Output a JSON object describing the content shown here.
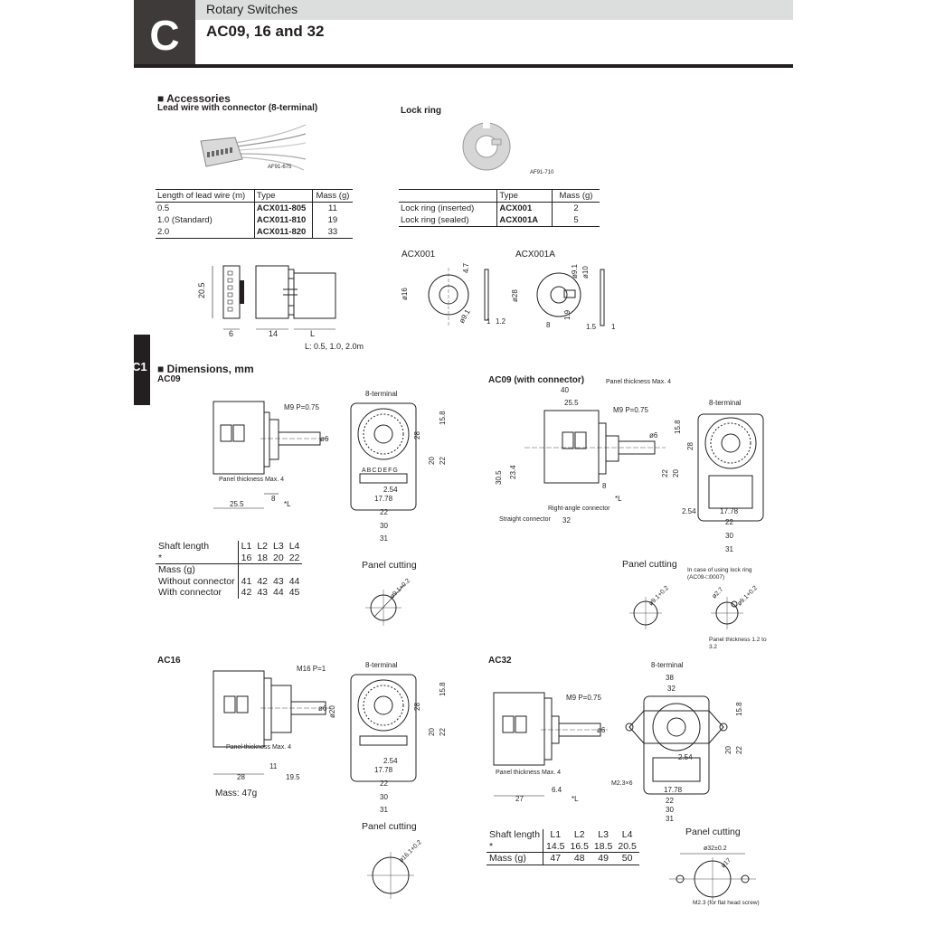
{
  "header": {
    "letter": "C",
    "category": "Rotary Switches",
    "title": "AC09, 16 and 32"
  },
  "side_tab": "C1",
  "accessories": {
    "heading": "Accessories",
    "lead_wire": {
      "title": "Lead wire with connector (8-terminal)",
      "photo_code": "AF91-675",
      "columns": [
        "Length of lead wire (m)",
        "Type",
        "Mass (g)"
      ],
      "rows": [
        [
          "0.5",
          "ACX011-805",
          "11"
        ],
        [
          "1.0 (Standard)",
          "ACX011-810",
          "19"
        ],
        [
          "2.0",
          "ACX011-820",
          "33"
        ]
      ],
      "drawing": {
        "height": "20.5",
        "w1": "6",
        "w2": "14",
        "len": "L",
        "note": "L: 0.5, 1.0, 2.0m"
      }
    },
    "lock_ring": {
      "title": "Lock ring",
      "photo_code": "AF91-710",
      "columns": [
        "",
        "Type",
        "Mass (g)"
      ],
      "rows": [
        [
          "Lock ring (inserted)",
          "ACX001",
          "2"
        ],
        [
          "Lock ring (sealed)",
          "ACX001A",
          "5"
        ]
      ],
      "drawing": {
        "a_label": "ACX001",
        "b_label": "ACX001A",
        "a_dims": [
          "ø16",
          "4.7",
          "ø9.1",
          "1",
          "1.2"
        ],
        "b_dims": [
          "ø28",
          "ø9.1",
          "ø10",
          "8",
          "1.9",
          "1.5",
          "1"
        ]
      }
    }
  },
  "dimensions": {
    "heading": "Dimensions, mm",
    "ac09": {
      "title": "AC09",
      "terminal": "8-terminal",
      "thread": "M9 P=0.75",
      "panel": "Panel thickness Max. 4",
      "dims_side": [
        "ø6",
        "8",
        "25.5",
        "*L"
      ],
      "dims_front": [
        "28",
        "15.8",
        "20",
        "22",
        "2.54",
        "17.78",
        "22",
        "30",
        "31"
      ],
      "pin_letters": "ABCDEFG",
      "table": {
        "shaft_label": "Shaft length",
        "star": "*",
        "L_cols": [
          "L1",
          "L2",
          "L3",
          "L4"
        ],
        "L_vals": [
          "16",
          "18",
          "20",
          "22"
        ],
        "mass_label": "Mass (g)",
        "rows": [
          {
            "label": "Without connector",
            "vals": [
              "41",
              "42",
              "43",
              "44"
            ]
          },
          {
            "label": "With connector",
            "vals": [
              "42",
              "43",
              "44",
              "45"
            ]
          }
        ]
      },
      "panel_cutting": "Panel cutting",
      "cut_dim": "ø9.1+0.2"
    },
    "ac09c": {
      "title": "AC09 (with connector)",
      "terminal": "8-terminal",
      "panel": "Panel thickness Max. 4",
      "thread": "M9 P=0.75",
      "dims": [
        "40",
        "25.5",
        "ø6",
        "30.5",
        "23.4",
        "8",
        "*L",
        "32",
        "15.8",
        "28",
        "20",
        "22",
        "2.54",
        "17.78",
        "22",
        "30",
        "31"
      ],
      "straight": "Straight connector",
      "right_angle": "Right-angle connector",
      "panel_cutting": "Panel cutting",
      "lock_note": "In case of using lock ring (AC09-□0007)",
      "cut_dims": [
        "ø9.1+0.2",
        "ø2.7",
        "ø9.1+0.2"
      ],
      "lock_panel": "Panel thickness 1.2 to 3.2"
    },
    "ac16": {
      "title": "AC16",
      "terminal": "8-terminal",
      "thread": "M16 P=1",
      "panel": "Panel thickness Max. 4",
      "dims": [
        "ø6",
        "ø20",
        "11",
        "28",
        "19.5",
        "28",
        "15.8",
        "20",
        "22",
        "2.54",
        "17.78",
        "22",
        "30",
        "31"
      ],
      "mass": "Mass:  47g",
      "panel_cutting": "Panel cutting",
      "cut_dim": "ø16.1+0.2"
    },
    "ac32": {
      "title": "AC32",
      "terminal": "8-terminal",
      "thread": "M9 P=0.75",
      "panel": "Panel thickness Max. 4",
      "dims": [
        "ø6",
        "6.4",
        "27",
        "*L",
        "38",
        "32",
        "15.8",
        "20",
        "22",
        "M2.3×6",
        "2.54",
        "17.78",
        "22",
        "30",
        "31"
      ],
      "table": {
        "shaft_label": "Shaft length",
        "star": "*",
        "L_cols": [
          "L1",
          "L2",
          "L3",
          "L4"
        ],
        "L_vals": [
          "14.5",
          "16.5",
          "18.5",
          "20.5"
        ],
        "mass_label": "Mass (g)",
        "mass_vals": [
          "47",
          "48",
          "49",
          "50"
        ]
      },
      "panel_cutting": "Panel cutting",
      "cut_dims": [
        "ø32±0.2",
        "ø17"
      ],
      "screw_note": "M2.3 (for flat head screw)"
    }
  }
}
